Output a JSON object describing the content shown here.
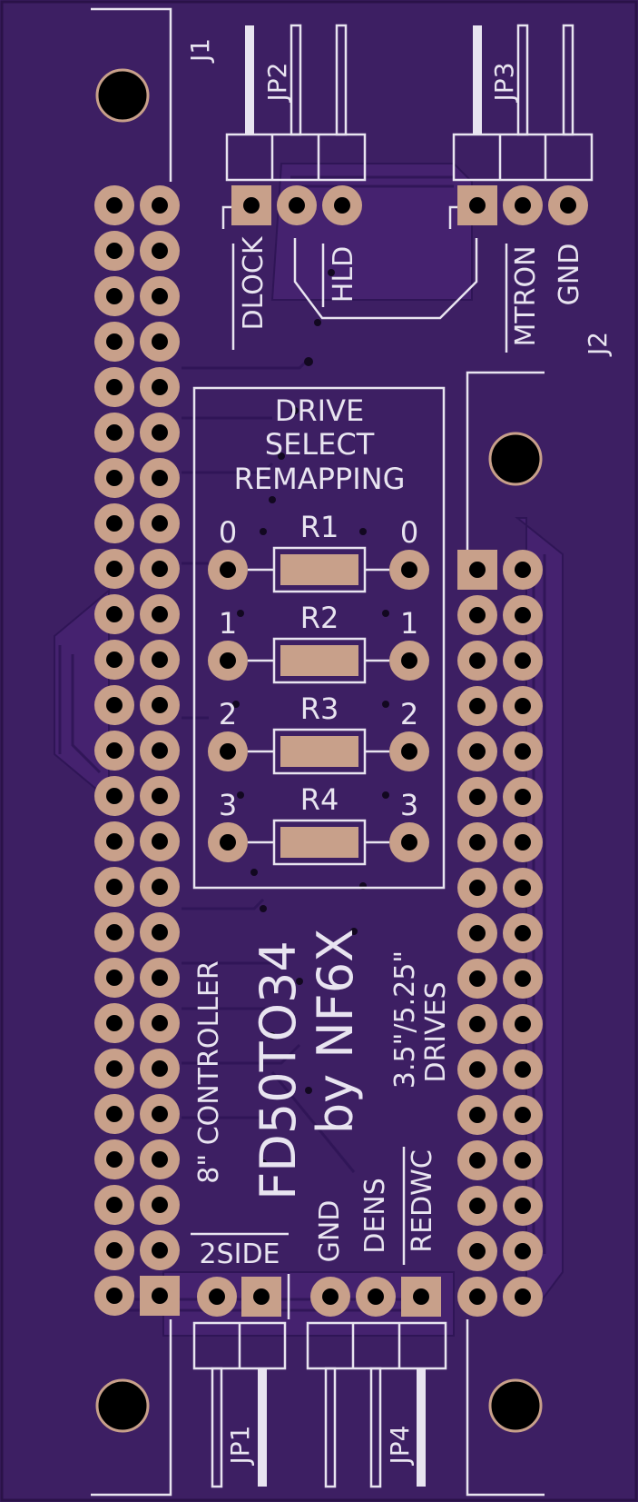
{
  "board": {
    "colors": {
      "substrate": "#3d1f63",
      "copper_pour": "#4a2478",
      "trace": "#3a1a66",
      "silkscreen": "#e8e4f0",
      "pad": "#c8a08a",
      "drill": "#000000"
    }
  },
  "labels": {
    "j1": "J1",
    "j2": "J2",
    "jp1": "JP1",
    "jp2": "JP2",
    "jp3": "JP3",
    "jp4": "JP4",
    "dlock": "DLOCK",
    "hld": "HLD",
    "mtron": "MTRON",
    "gnd_top": "GND",
    "drive_select_1": "DRIVE",
    "drive_select_2": "SELECT",
    "drive_select_3": "REMAPPING",
    "r1": "R1",
    "r2": "R2",
    "r3": "R3",
    "r4": "R4",
    "n0": "0",
    "n1": "1",
    "n2": "2",
    "n3": "3",
    "controller": "8\" CONTROLLER",
    "title": "FD50TO34",
    "byline": "by NF6X",
    "drives_1": "3.5\"/5.25\"",
    "drives_2": "DRIVES",
    "twoside": "2SIDE",
    "gnd_bottom": "GND",
    "dens": "DENS",
    "redwc": "REDWC"
  }
}
